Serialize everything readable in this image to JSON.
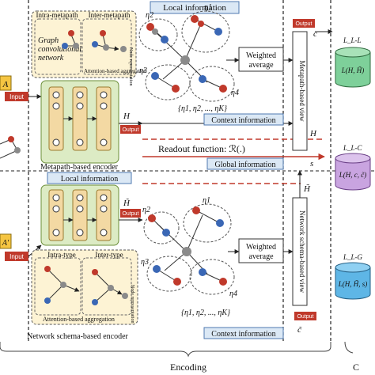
{
  "sections": {
    "local_top": "Local information",
    "local_bottom": "Local information",
    "context_top": "Context information",
    "context_bottom": "Context information",
    "global": "Global information",
    "encoding": "Encoding"
  },
  "metapath": {
    "inner_top_left": "Intra-metapath",
    "inner_top_right": "Inter-metapath",
    "gcn_label": "Graph convolutional network",
    "agg_label": "Attention-based aggregation",
    "node_repr": "Node representation",
    "encoder_title": "Metapath-based encoder"
  },
  "schema": {
    "inner_top_left": "Intra-type",
    "inner_top_right": "Inter-type",
    "agg_label": "Attention-based aggregation",
    "node_repr": "Node representation",
    "encoder_title": "Network schema-based encoder"
  },
  "io": {
    "input": "Input",
    "output": "Output",
    "input_a": "A",
    "input_a_prime": "A'"
  },
  "weighted_average": "Weighted average",
  "eta_set": "{η1, η2, ..., ηK}",
  "eta_labels": [
    "η1",
    "η2",
    "η3",
    "η4"
  ],
  "readout": "Readout function: ℛ(.)",
  "views": {
    "metapath_view": "Metapath-based view",
    "schema_view": "Network schema-based view"
  },
  "vectors": {
    "H": "H",
    "H_tilde": "H̃",
    "c": "c",
    "c_tilde": "c̃",
    "s": "s"
  },
  "losses": [
    {
      "name": "L_{L-L}",
      "formula": "L(H, H̃)",
      "color": "#7ed09a"
    },
    {
      "name": "L_{L-C}",
      "formula": "L(H, c, c̃)",
      "color": "#c9a4e0"
    },
    {
      "name": "L_{L-G}",
      "formula": "L(H, H̃, s)",
      "color": "#5eb6e6"
    }
  ],
  "loss_labels": [
    "L_L-L",
    "L_L-C",
    "L_L-G"
  ],
  "right_edge_label": "C"
}
